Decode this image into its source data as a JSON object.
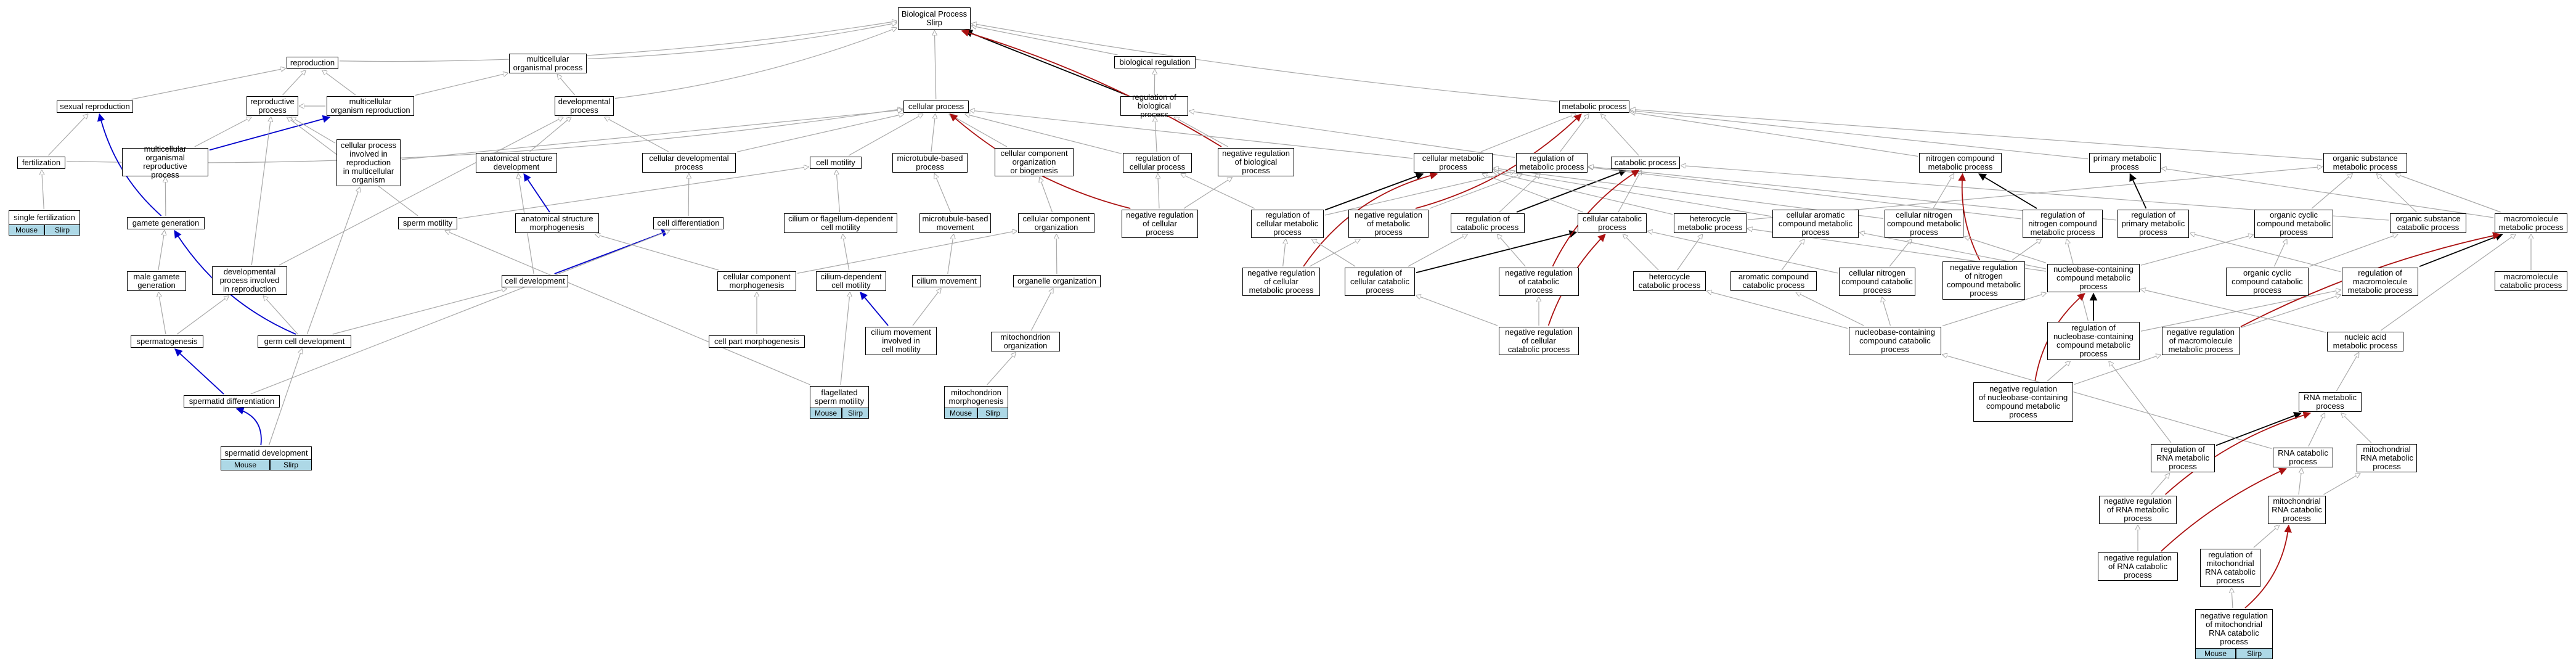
{
  "colors": {
    "gray": "#a8a8a8",
    "blue": "#0000cc",
    "red": "#aa1111",
    "black": "#000000",
    "annotation_fill": "#add8e6"
  },
  "nodes": {
    "bp": "Biological Process\nSlirp",
    "reproduction": "reproduction",
    "mop": "multicellular\norganismal process",
    "biolreg": "biological regulation",
    "metab": "metabolic process",
    "sexrep": "sexual reproduction",
    "repprocess": "reproductive\nprocess",
    "mor": "multicellular\norganism reproduction",
    "devproc": "developmental\nprocess",
    "cellproc": "cellular process",
    "regbp": "regulation of\nbiological process",
    "fert": "fertilization",
    "mosrp": "multicellular\norganismal reproductive\nprocess",
    "cpirmo": "cellular process\ninvolved in\nreproduction\nin multicellular\norganism",
    "asd": "anatomical structure\ndevelopment",
    "cdp": "cellular developmental\nprocess",
    "cellmot": "cell motility",
    "mtbp": "microtubule-based\nprocess",
    "ccob": "cellular component\norganization\nor biogenesis",
    "regcp": "regulation of\ncellular process",
    "negregbp": "negative regulation\nof biological\nprocess",
    "cmp": "cellular metabolic\nprocess",
    "regmp": "regulation of\nmetabolic process",
    "catab": "catabolic process",
    "ncmp": "nitrogen compound\nmetabolic process",
    "pmp": "primary metabolic\nprocess",
    "osmp": "organic substance\nmetabolic process",
    "singlefert": "single fertilization",
    "gamgen": "gamete generation",
    "spmot": "sperm motility",
    "asm": "anatomical structure\nmorphogenesis",
    "celldiff": "cell differentiation",
    "cfdcm": "cilium or flagellum-dependent\ncell motility",
    "mtbm": "microtubule-based\nmovement",
    "cco": "cellular component\norganization",
    "negregcp": "negative regulation\nof cellular\nprocess",
    "regcmp": "regulation of\ncellular metabolic\nprocess",
    "negregmp": "negative regulation\nof metabolic\nprocess",
    "regcatp": "regulation of\ncatabolic process",
    "ccatp": "cellular catabolic\nprocess",
    "hetmp": "heterocycle\nmetabolic process",
    "acmp": "cellular aromatic\ncompound metabolic\nprocess",
    "cncmp": "cellular nitrogen\ncompound metabolic\nprocess",
    "regncmp": "regulation of\nnitrogen compound\nmetabolic process",
    "regpmp": "regulation of\nprimary metabolic\nprocess",
    "occmp": "organic cyclic\ncompound metabolic\nprocess",
    "oscp": "organic substance\ncatabolic process",
    "macromp": "macromolecule\nmetabolic process",
    "mgg": "male gamete\ngeneration",
    "dpir": "developmental\nprocess involved\nin reproduction",
    "celldev": "cell development",
    "ccm": "cellular component\nmorphogenesis",
    "cdcm": "cilium-dependent\ncell motility",
    "cilmov": "cilium movement",
    "orgorg": "organelle organization",
    "negregcmp": "negative regulation\nof cellular\nmetabolic process",
    "regccp": "regulation of\ncellular catabolic\nprocess",
    "negregcatp": "negative regulation\nof catabolic\nprocess",
    "hetcp": "heterocycle\ncatabolic process",
    "accp": "aromatic compound\ncatabolic process",
    "cnccp": "cellular nitrogen\ncompound catabolic\nprocess",
    "negregncmp": "negative regulation\nof nitrogen\ncompound metabolic\nprocess",
    "nbcmp": "nucleobase-containing\ncompound metabolic\nprocess",
    "occcp": "organic cyclic\ncompound catabolic\nprocess",
    "regmacromp": "regulation of\nmacromolecule\nmetabolic process",
    "macrocp": "macromolecule\ncatabolic process",
    "spermatogenesis": "spermatogenesis",
    "gcd": "germ cell development",
    "cpm": "cell part morphogenesis",
    "cmicm": "cilium movement\ninvolved in\ncell motility",
    "mitoorg": "mitochondrion\norganization",
    "negregccp": "negative regulation\nof cellular\ncatabolic process",
    "nbccp": "nucleobase-containing\ncompound catabolic\nprocess",
    "regnbcmp": "regulation of\nnucleobase-containing\ncompound metabolic\nprocess",
    "negregmacromp": "negative regulation\nof macromolecule\nmetabolic process",
    "namp": "nucleic acid\nmetabolic process",
    "spd": "spermatid differentiation",
    "fsm": "flagellated\nsperm motility",
    "mitomorph": "mitochondrion\nmorphogenesis",
    "negregnbcmp": "negative regulation\nof nucleobase-containing\ncompound metabolic\nprocess",
    "rnamp": "RNA metabolic\nprocess",
    "spdev": "spermatid development",
    "regrnamp": "regulation of\nRNA metabolic\nprocess",
    "rnacp": "RNA catabolic\nprocess",
    "mrnamp": "mitochondrial\nRNA metabolic\nprocess",
    "negregrnamp": "negative regulation\nof RNA metabolic\nprocess",
    "mrnacp": "mitochondrial\nRNA catabolic\nprocess",
    "negregrnacp": "negative regulation\nof RNA catabolic\nprocess",
    "regmrnacp": "regulation of\nmitochondrial\nRNA catabolic\nprocess",
    "negregmrnacp": "negative regulation\nof mitochondrial\nRNA catabolic\nprocess"
  },
  "annotations": {
    "mouse": "Mouse",
    "slirp": "Slirp"
  }
}
